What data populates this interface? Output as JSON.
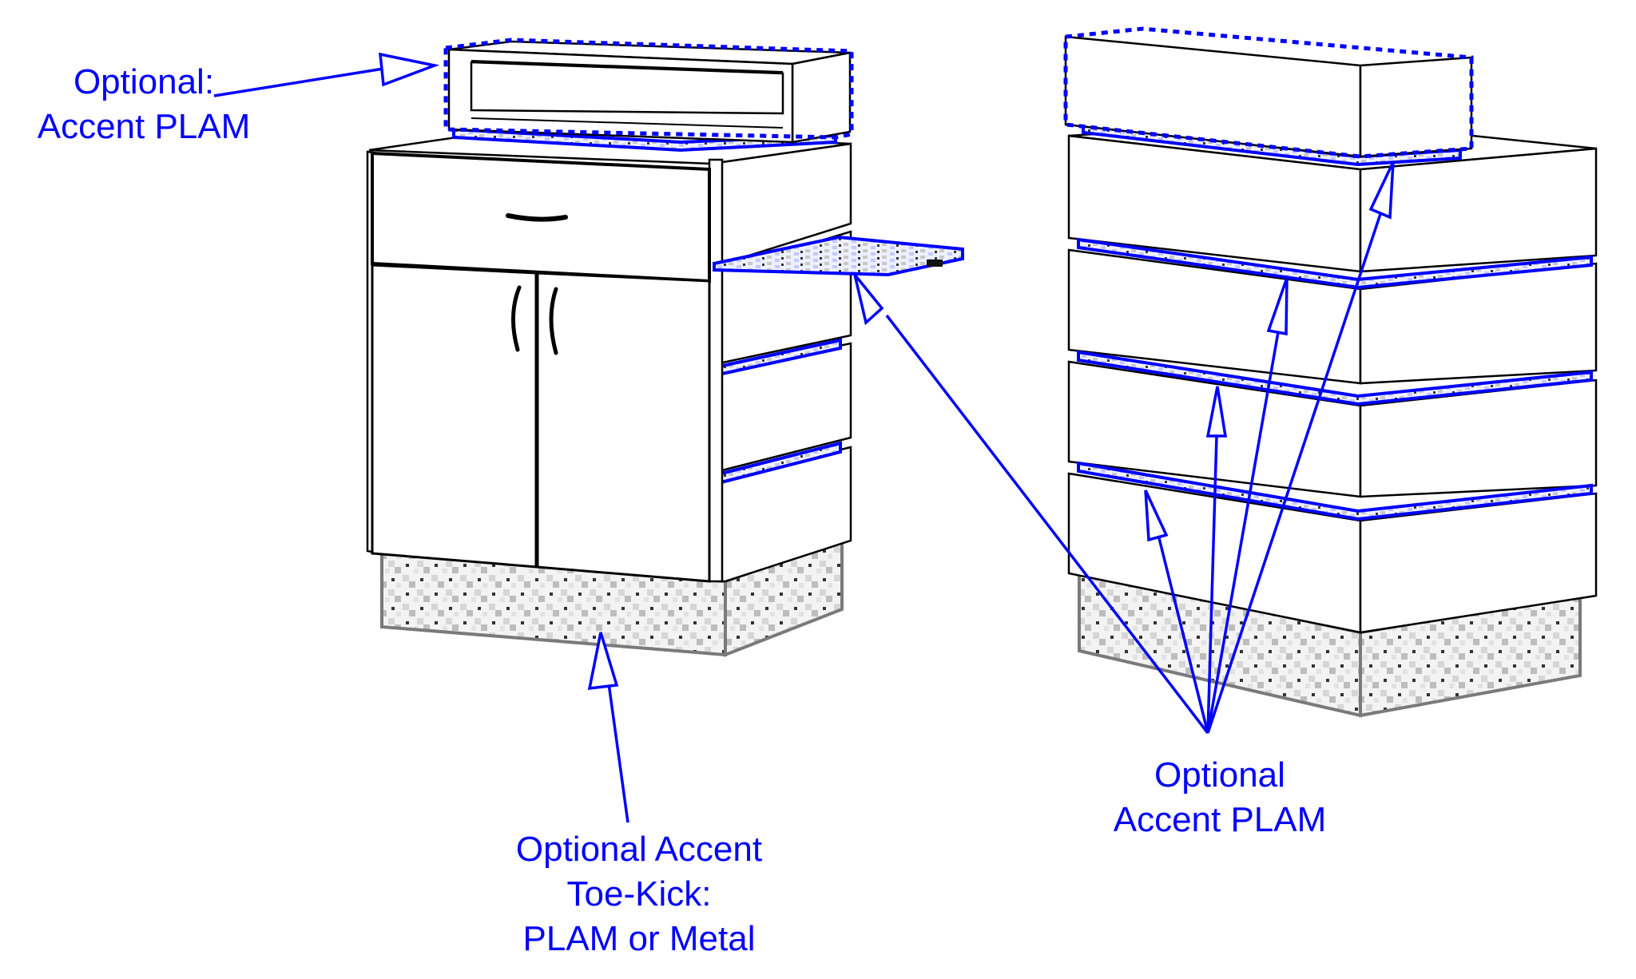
{
  "diagram": {
    "subject": "Two cabinet units with optional accent PLAM options",
    "colors": {
      "callout": "#0000ff",
      "outline": "#000000",
      "toe_kick_edge": "#7a7a7a",
      "background": "#ffffff"
    },
    "left_unit": {
      "name": "Base cabinet with drawer, two doors, hutch and pull-out shelf",
      "components": [
        "hutch",
        "countertop",
        "drawer",
        "left-door",
        "right-door",
        "pull-out-shelf",
        "side-panels",
        "toe-kick"
      ]
    },
    "right_unit": {
      "name": "Stacked reception-style cabinet with accent reveals",
      "components": [
        "top-cap",
        "stacked-panels",
        "accent-reveals",
        "toe-kick"
      ]
    },
    "labels": {
      "hutch_accent": [
        "Optional:",
        "Accent PLAM"
      ],
      "toe_kick": [
        "Optional Accent",
        "Toe-Kick:",
        "PLAM or Metal"
      ],
      "reveals_accent": [
        "Optional",
        "Accent PLAM"
      ]
    }
  }
}
